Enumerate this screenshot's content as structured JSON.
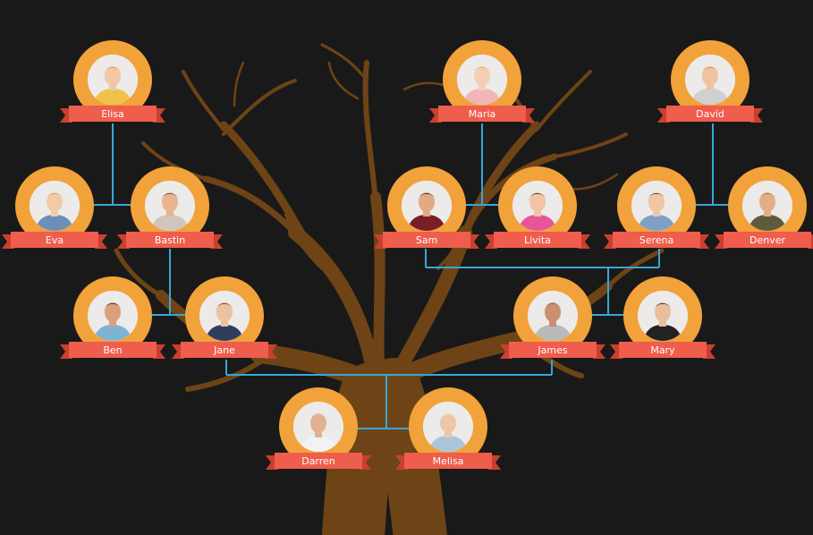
{
  "colors": {
    "background": "#1a1919",
    "tree": "#6e4416",
    "ring": "#f2a23a",
    "ribbon": "#ef5d4c",
    "ribbon_dark": "#c9402f",
    "connector": "#35a7d8"
  },
  "people": {
    "elisa": {
      "name": "Elisa",
      "icon": "portrait-young-woman-glasses-icon",
      "shirt": "#f1c24a",
      "hair": "#d7a15f",
      "skin": "#f2c7a5"
    },
    "maria": {
      "name": "Maria",
      "icon": "portrait-young-woman-icon",
      "shirt": "#efb6b9",
      "hair": "#d9b27a",
      "skin": "#f4cfb4"
    },
    "david": {
      "name": "David",
      "icon": "portrait-young-man-icon",
      "shirt": "#cfd0d2",
      "hair": "#b78b57",
      "skin": "#efc3a0"
    },
    "eva": {
      "name": "Eva",
      "icon": "portrait-woman-denim-icon",
      "shirt": "#6c8fb8",
      "hair": "#caa06a",
      "skin": "#f3caa8"
    },
    "bastin": {
      "name": "Bastin",
      "icon": "portrait-man-smiling-icon",
      "shirt": "#cfc6bc",
      "hair": "#5a3b22",
      "skin": "#e8b58f"
    },
    "sam": {
      "name": "Sam",
      "icon": "portrait-man-curly-hair-icon",
      "shirt": "#7a1e26",
      "hair": "#2b1c14",
      "skin": "#e2a985"
    },
    "livita": {
      "name": "Livita",
      "icon": "portrait-woman-pink-top-icon",
      "shirt": "#e8549a",
      "hair": "#2a1d17",
      "skin": "#f0c4a4"
    },
    "serena": {
      "name": "Serena",
      "icon": "portrait-woman-glasses-icon",
      "shirt": "#7ea0c6",
      "hair": "#3a2a20",
      "skin": "#efc6a6"
    },
    "denver": {
      "name": "Denver",
      "icon": "portrait-bearded-man-icon",
      "shirt": "#5f5a3a",
      "hair": "#b86a2e",
      "skin": "#e3ad88"
    },
    "ben": {
      "name": "Ben",
      "icon": "portrait-man-beard-icon",
      "shirt": "#7fb3d5",
      "hair": "#2a2220",
      "skin": "#d9a07a"
    },
    "jane": {
      "name": "Jane",
      "icon": "portrait-woman-blazer-icon",
      "shirt": "#2f3e5e",
      "hair": "#4a2f1f",
      "skin": "#eec1a0"
    },
    "james": {
      "name": "James",
      "icon": "portrait-bald-man-icon",
      "shirt": "#b9b9b9",
      "hair": "#8a6a52",
      "skin": "#c98f6e"
    },
    "mary": {
      "name": "Mary",
      "icon": "portrait-woman-black-top-icon",
      "shirt": "#222222",
      "hair": "#1e1a18",
      "skin": "#e9bf9b"
    },
    "darren": {
      "name": "Darren",
      "icon": "portrait-elderly-man-icon",
      "shirt": "#f2f2f2",
      "hair": "#cfcfcf",
      "skin": "#e2b190"
    },
    "melisa": {
      "name": "Melisa",
      "icon": "portrait-elderly-woman-icon",
      "shirt": "#a9c7d8",
      "hair": "#e6e2dc",
      "skin": "#eec6a8"
    }
  }
}
